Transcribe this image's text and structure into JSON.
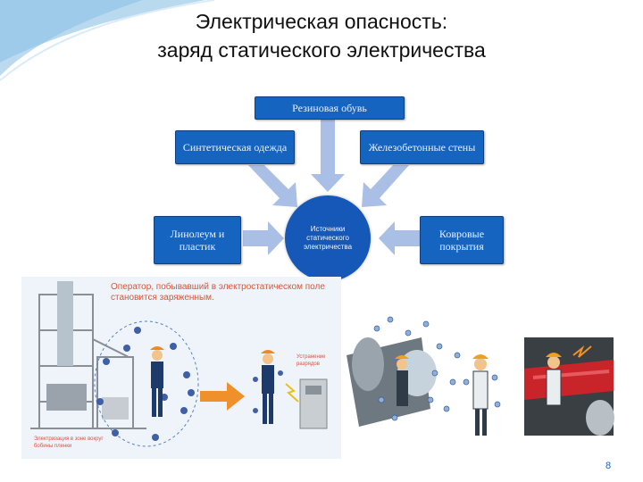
{
  "slide": {
    "title_line1": "Электрическая опасность:",
    "title_line2": "заряд статического электричества",
    "page_number": "8"
  },
  "diagram": {
    "center_label": "Источники статического электричества",
    "sources": {
      "top": "Резиновая обувь",
      "top_left": "Синтетическая одежда",
      "top_right": "Железобетонные стены",
      "left": "Линолеум и пластик",
      "right": "Ковровые покрытия"
    }
  },
  "photo_left": {
    "caption": "Оператор, побывавший в электростатическом поле становится заряженным.",
    "label_grounding": "Устранение разрядов",
    "label_bottom": "Электризация в зоне вокруг бобины пленки"
  },
  "colors": {
    "box_fill": "#1565c0",
    "arrow_fill": "#a9bfe6",
    "orange_arrow": "#f0902a",
    "caption_red": "#e0533a"
  }
}
